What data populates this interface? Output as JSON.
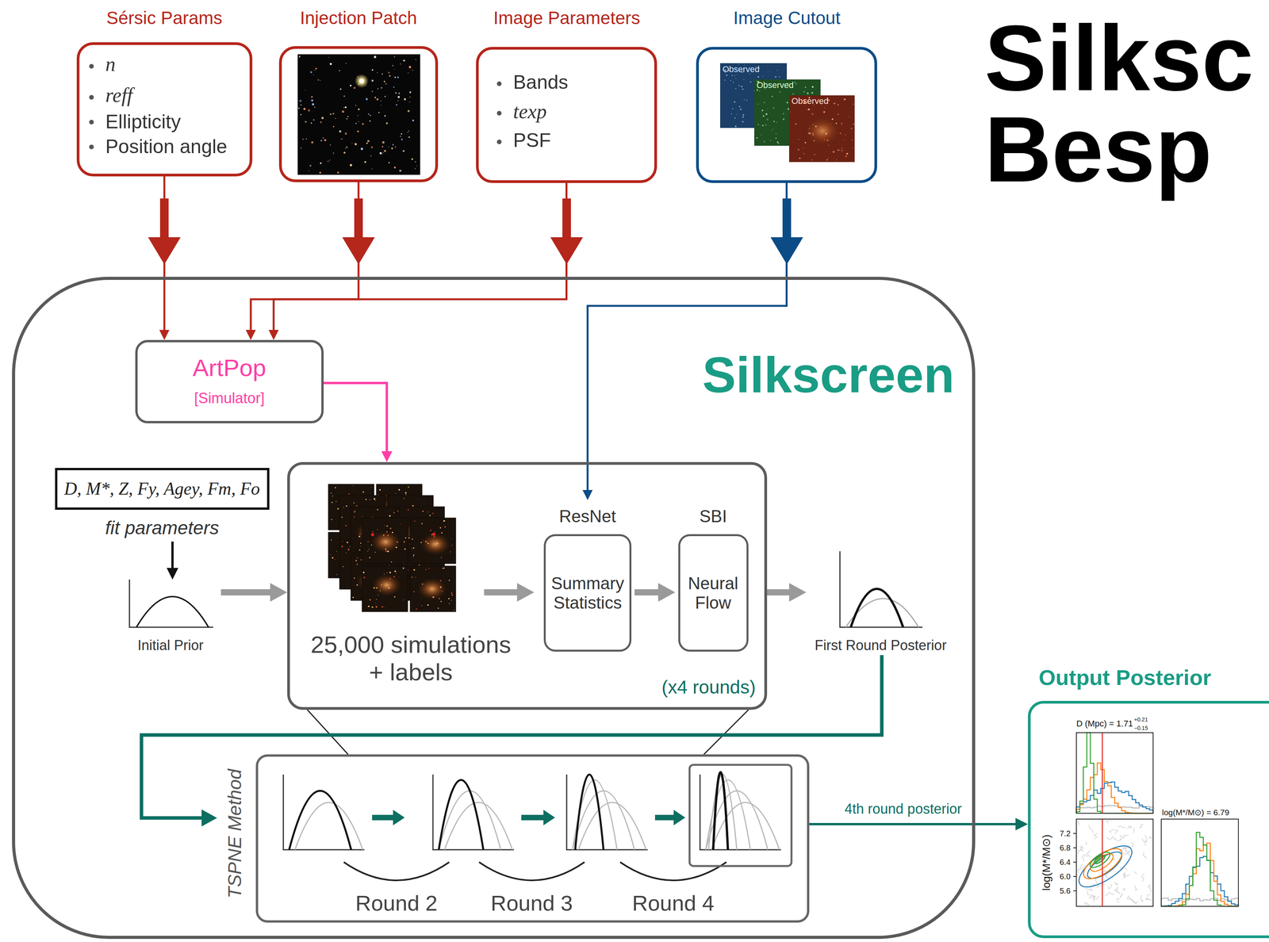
{
  "diagram": {
    "nodes": [
      {
        "text": [
          "Sérsic Params",
          "n",
          "reff",
          "Ellipticity",
          "Position angle"
        ]
      },
      {
        "text": [
          "Injection Patch"
        ]
      },
      {
        "text": [
          "Image Parameters",
          "Bands",
          "texp",
          "PSF"
        ]
      },
      {
        "text": [
          "Image Cutout"
        ]
      },
      {
        "text": [
          "Silkscreen"
        ]
      },
      {
        "text": [
          "ArtPop",
          "[Simulator]"
        ],
        "in": 4
      },
      {
        "text": [
          "D, M*, Z, Fy, Agey, Fm, Fo",
          "fit parameters"
        ],
        "in": 4
      },
      {
        "text": [
          "Initial Prior"
        ],
        "in": 4
      },
      {
        "text": [
          "25,000 simulations + labels",
          "(x4 rounds)"
        ],
        "in": 4
      },
      {
        "text": [
          "ResNet",
          "Summary Statistics"
        ],
        "in": 8
      },
      {
        "text": [
          "SBI",
          "Neural Flow"
        ],
        "in": 8
      },
      {
        "text": [
          "First Round Posterior"
        ],
        "in": 4
      },
      {
        "text": [
          "TSPNE Method",
          "Round 2",
          "Round 3",
          "Round 4"
        ],
        "in": 4
      },
      {
        "text": [
          "Output Posterior"
        ]
      }
    ],
    "edges": [
      {
        "from": 0,
        "to": 5,
        "arrow": "to"
      },
      {
        "from": 1,
        "to": 5,
        "arrow": "to"
      },
      {
        "from": 2,
        "to": 5,
        "arrow": "to"
      },
      {
        "from": 3,
        "to": 9,
        "arrow": "to"
      },
      {
        "from": 5,
        "to": 8,
        "arrow": "to"
      },
      {
        "from": 6,
        "to": 7,
        "arrow": "to"
      },
      {
        "from": 7,
        "to": 8,
        "arrow": "to"
      },
      {
        "from": 9,
        "to": 10,
        "arrow": "to"
      },
      {
        "from": 8,
        "to": 11,
        "arrow": "to"
      },
      {
        "from": 11,
        "to": 12,
        "arrow": "to"
      },
      {
        "from": 12,
        "to": 13,
        "label": "4th round posterior",
        "arrow": "to"
      }
    ],
    "labels": [
      "Silksc",
      "Besp",
      "Observed",
      "Observed",
      "Observed",
      "D (Mpc) = 1.71",
      "+0.21",
      "−0.15",
      "log(M*/M⊙) = 6.79",
      "log(M*/M⊙)",
      "7.2",
      "6.8",
      "6.4",
      "6.0",
      "5.6"
    ]
  }
}
